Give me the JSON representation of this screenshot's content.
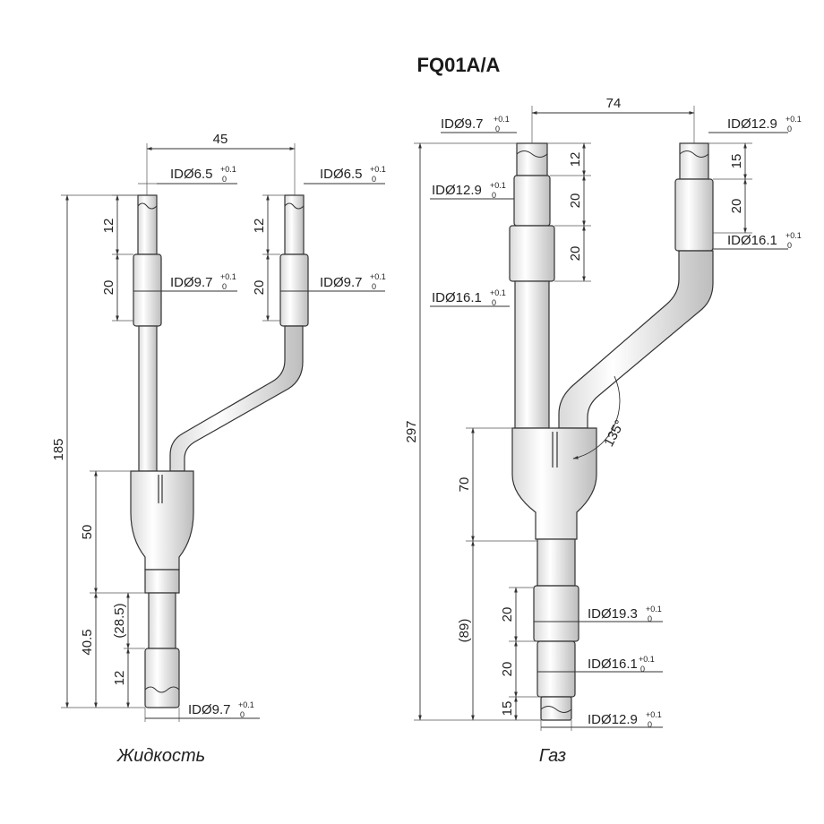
{
  "title": "FQ01A/A",
  "liquid": {
    "caption": "Жидкость",
    "dims": {
      "spacing": "45",
      "total_height": "185",
      "top_len_left": "12",
      "top_len_right": "12",
      "mid_len_left": "20",
      "mid_len_right": "20",
      "body_len": "50",
      "bottom_len": "40.5",
      "bottom_inner": "(28.5)",
      "bottom_end": "12"
    },
    "ids": {
      "top_left": "IDØ6.5",
      "top_right": "IDØ6.5",
      "mid_left": "IDØ9.7",
      "mid_right": "IDØ9.7",
      "bottom": "IDØ9.7"
    },
    "tolerance_upper": "+0.1",
    "tolerance_lower": "0"
  },
  "gas": {
    "caption": "Газ",
    "dims": {
      "spacing": "74",
      "total_height": "297",
      "left_top": "12",
      "left_mid1": "20",
      "left_mid2": "20",
      "right_top": "15",
      "right_mid": "20",
      "angle": "135°",
      "body_len": "70",
      "bottom_len": "(89)",
      "bottom_a": "20",
      "bottom_b": "20",
      "bottom_c": "15"
    },
    "ids": {
      "top_left": "IDØ9.7",
      "top_right": "IDØ12.9",
      "left_mid1": "IDØ12.9",
      "right_mid": "IDØ16.1",
      "left_mid2": "IDØ16.1",
      "bottom_a": "IDØ19.3",
      "bottom_b": "IDØ16.1",
      "bottom_c": "IDØ12.9"
    },
    "tolerance_upper": "+0.1",
    "tolerance_lower": "0"
  }
}
